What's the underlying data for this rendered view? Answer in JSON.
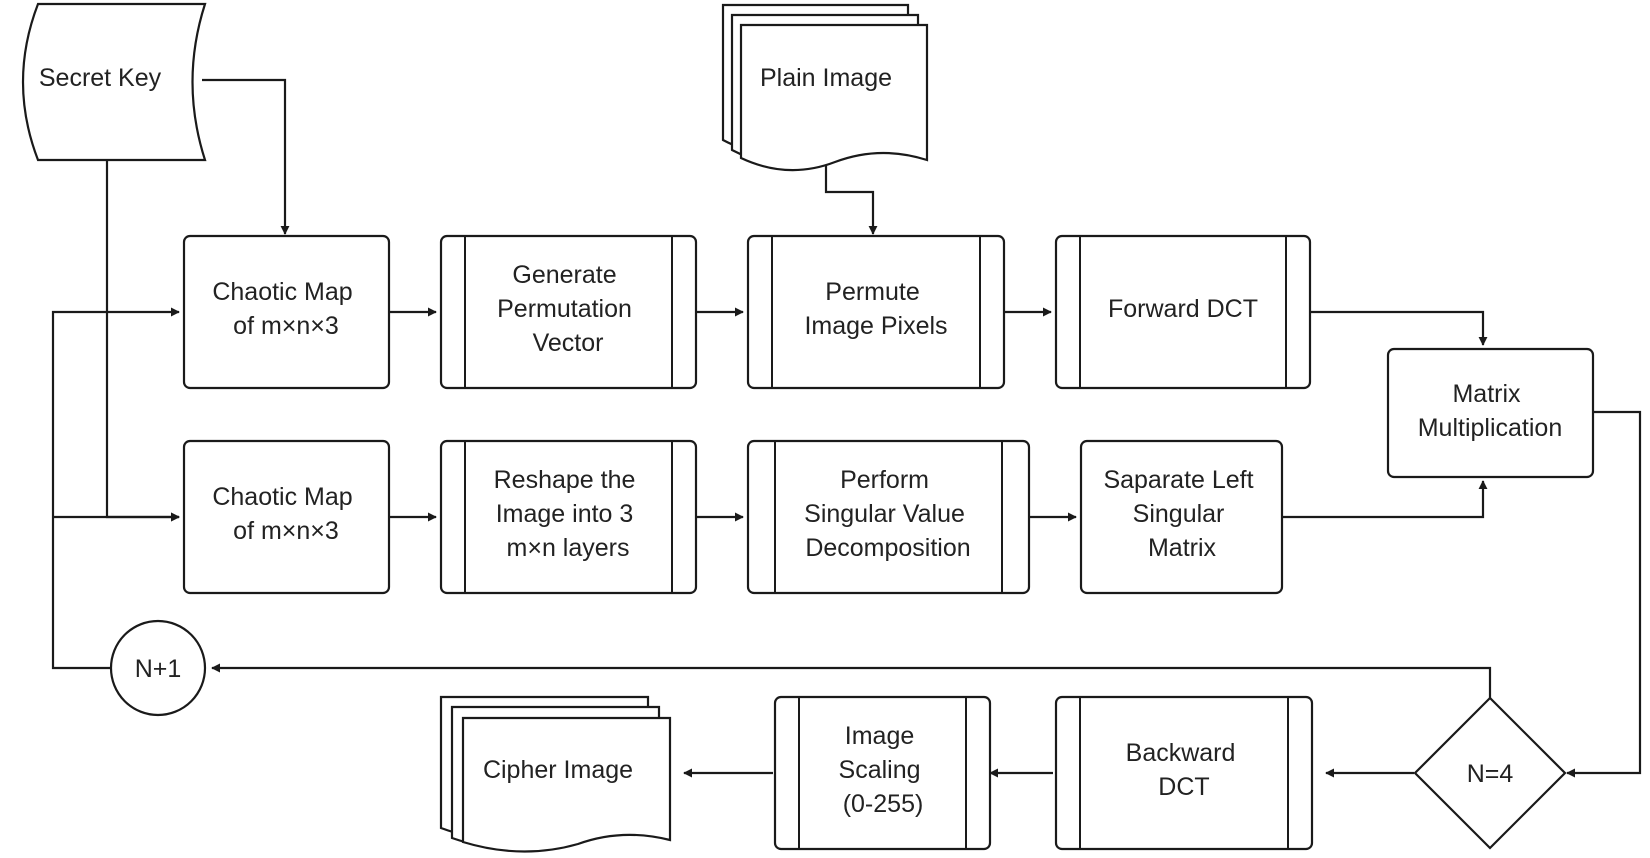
{
  "nodes": {
    "secret_key": [
      "Secret Key"
    ],
    "plain_image": [
      "Plain Image"
    ],
    "chaotic_map_1": [
      "Chaotic Map",
      "of m×n×3"
    ],
    "generate_permutation": [
      "Generate",
      "Permutation",
      "Vector"
    ],
    "permute_pixels": [
      "Permute",
      "Image Pixels"
    ],
    "forward_dct": [
      "Forward DCT"
    ],
    "matrix_multiplication": [
      "Matrix",
      "Multiplication"
    ],
    "chaotic_map_2": [
      "Chaotic Map",
      "of m×n×3"
    ],
    "reshape_image": [
      "Reshape the",
      "Image into 3",
      "m×n layers"
    ],
    "perform_svd": [
      "Perform",
      "Singular Value",
      "Decomposition"
    ],
    "separate_left": [
      "Saparate Left",
      "Singular",
      "Matrix"
    ],
    "n_plus_1": [
      "N+1"
    ],
    "n_equals_4": [
      "N=4"
    ],
    "backward_dct": [
      "Backward",
      "DCT"
    ],
    "image_scaling": [
      "Image",
      "Scaling",
      "(0-255)"
    ],
    "cipher_image": [
      "Cipher Image"
    ]
  }
}
